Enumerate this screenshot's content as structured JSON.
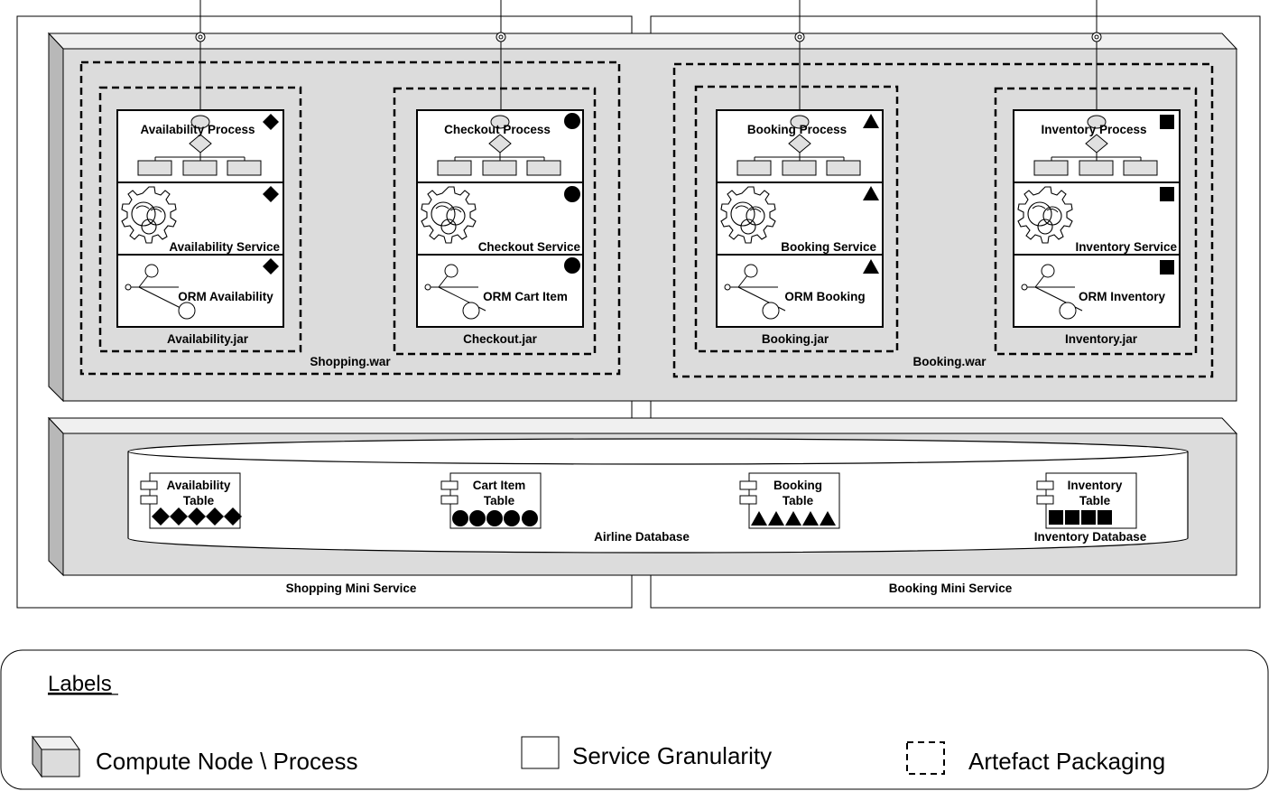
{
  "mini_services": [
    {
      "label": "Shopping Mini Service",
      "war": "Shopping.war"
    },
    {
      "label": "Booking Mini Service",
      "war": "Booking.war"
    }
  ],
  "components": [
    {
      "jar": "Availability.jar",
      "process": "Availability Process",
      "service": "Availability Service",
      "orm": "ORM Availability",
      "marker": "diamond"
    },
    {
      "jar": "Checkout.jar",
      "process": "Checkout Process",
      "service": "Checkout Service",
      "orm": "ORM Cart Item",
      "marker": "circle"
    },
    {
      "jar": "Booking.jar",
      "process": "Booking Process",
      "service": "Booking Service",
      "orm": "ORM Booking",
      "marker": "triangle"
    },
    {
      "jar": "Inventory.jar",
      "process": "Inventory Process",
      "service": "Inventory Service",
      "orm": "ORM Inventory",
      "marker": "square"
    }
  ],
  "database": {
    "label": "Airline Database",
    "secondary_label": "Inventory Database",
    "tables": [
      {
        "line1": "Availability",
        "line2": "Table",
        "marker": "diamond"
      },
      {
        "line1": "Cart Item",
        "line2": "Table",
        "marker": "circle"
      },
      {
        "line1": "Booking",
        "line2": "Table",
        "marker": "triangle"
      },
      {
        "line1": "Inventory",
        "line2": "Table",
        "marker": "square"
      }
    ]
  },
  "legend": {
    "title": "Labels",
    "items": [
      {
        "label": "Compute Node \\ Process",
        "symbol": "cube"
      },
      {
        "label": "Service Granularity",
        "symbol": "solid-box"
      },
      {
        "label": "Artefact Packaging",
        "symbol": "dashed-box"
      }
    ]
  }
}
